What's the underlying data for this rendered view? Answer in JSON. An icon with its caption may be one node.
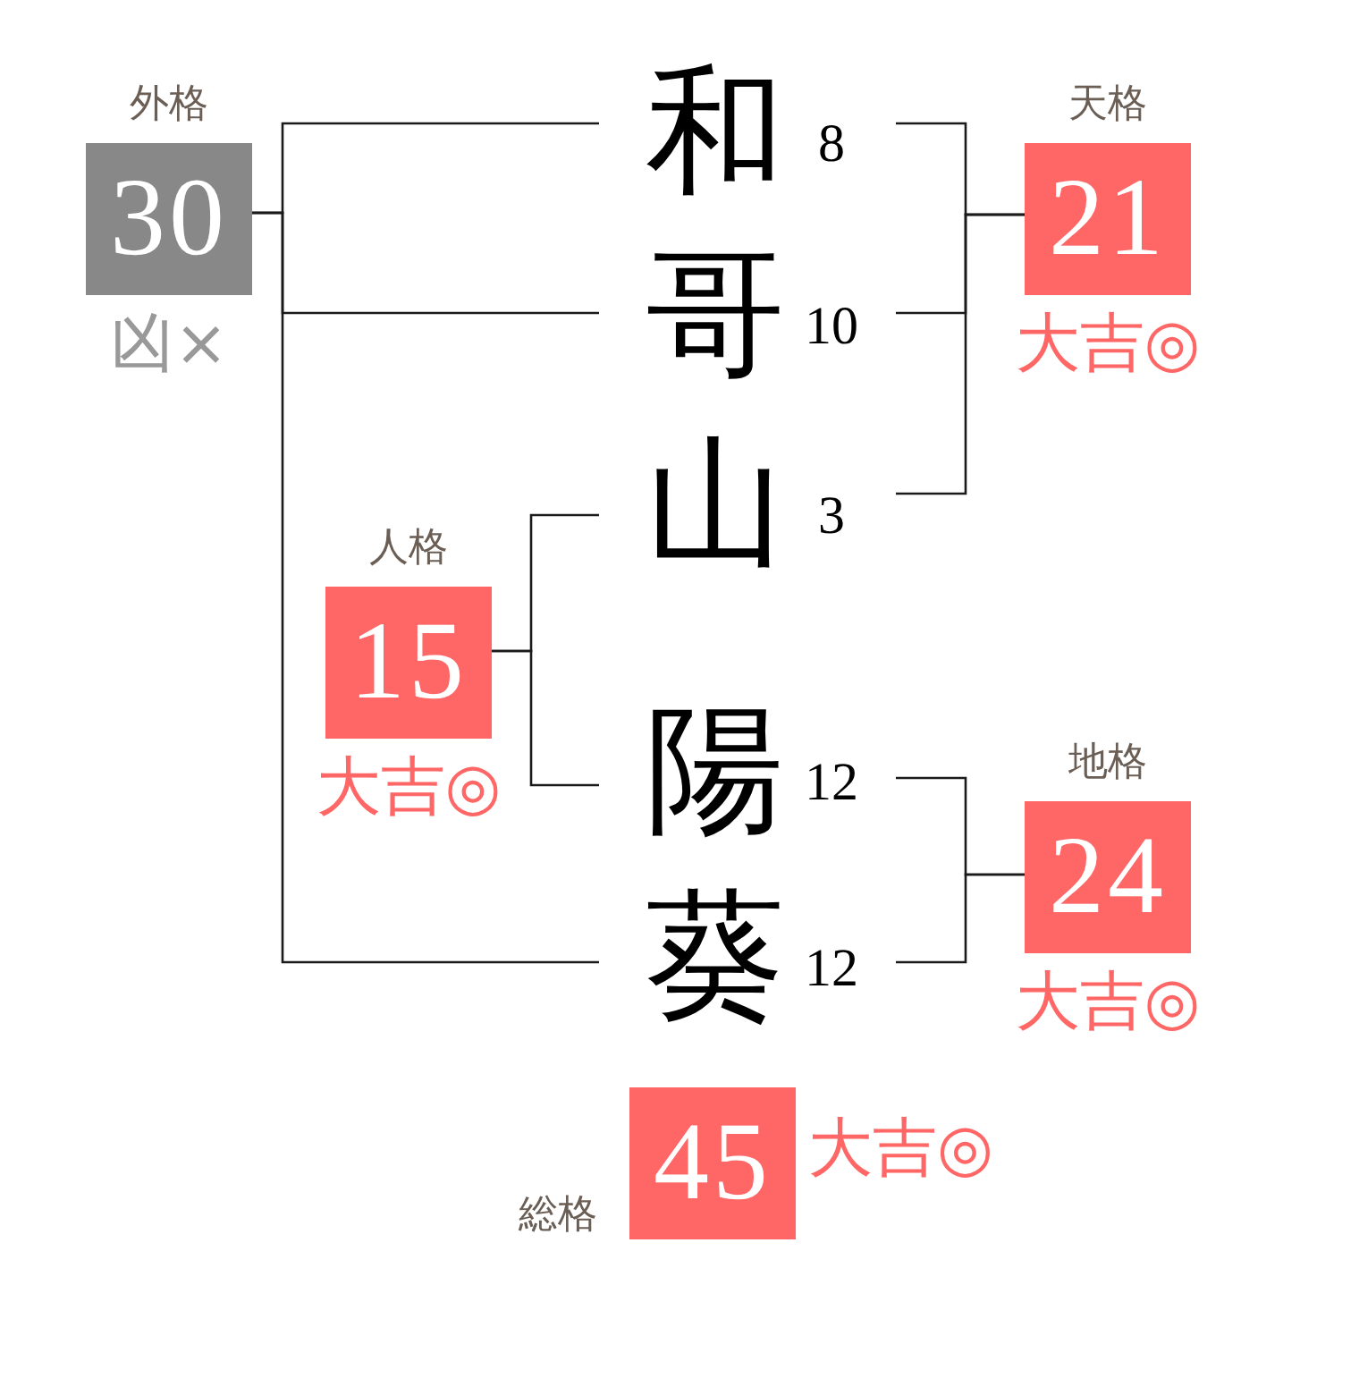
{
  "diagram": {
    "nodes": [
      {
        "text": [
          "外格",
          "30"
        ],
        "beside": [
          "凶×"
        ]
      },
      {
        "text": [
          "和"
        ],
        "beside": [
          "8"
        ]
      },
      {
        "text": [
          "天格",
          "21"
        ],
        "beside": [
          "大吉◎"
        ]
      },
      {
        "text": [
          "哥"
        ],
        "beside": [
          "10"
        ]
      },
      {
        "text": [
          "山"
        ],
        "beside": [
          "3"
        ]
      },
      {
        "text": [
          "人格",
          "15"
        ],
        "beside": [
          "大吉◎"
        ]
      },
      {
        "text": [
          "陽"
        ],
        "beside": [
          "12"
        ]
      },
      {
        "text": [
          "地格",
          "24"
        ],
        "beside": [
          "大吉◎"
        ]
      },
      {
        "text": [
          "葵"
        ],
        "beside": [
          "12"
        ]
      },
      {
        "text": [
          "総格",
          "45"
        ],
        "beside": [
          "大吉◎"
        ]
      }
    ],
    "edges": [
      {
        "from": 0,
        "to": 1,
        "arrow": "none"
      },
      {
        "from": 0,
        "to": 3,
        "arrow": "none"
      },
      {
        "from": 0,
        "to": 8,
        "arrow": "none"
      },
      {
        "from": 2,
        "to": 1,
        "arrow": "none"
      },
      {
        "from": 2,
        "to": 3,
        "arrow": "none"
      },
      {
        "from": 2,
        "to": 4,
        "arrow": "none"
      },
      {
        "from": 5,
        "to": 4,
        "arrow": "none"
      },
      {
        "from": 5,
        "to": 6,
        "arrow": "none"
      },
      {
        "from": 7,
        "to": 6,
        "arrow": "none"
      },
      {
        "from": 7,
        "to": 8,
        "arrow": "none"
      }
    ]
  }
}
